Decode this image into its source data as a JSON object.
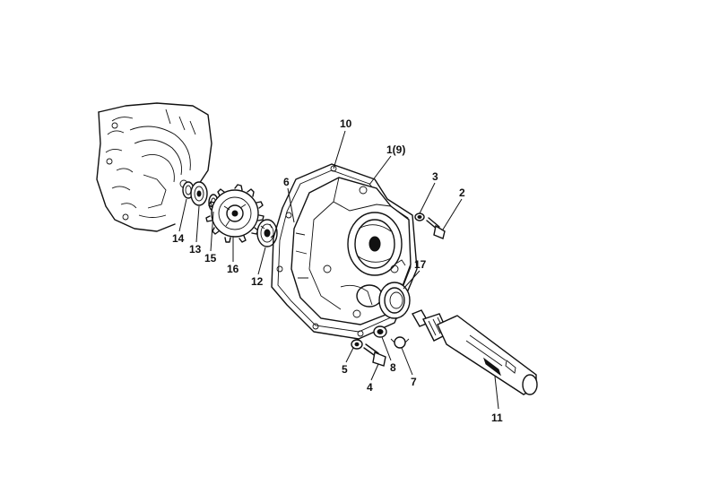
{
  "diagram": {
    "callouts": [
      {
        "id": "p10",
        "label": "10"
      },
      {
        "id": "p1-9",
        "label": "1(9)"
      },
      {
        "id": "p6",
        "label": "6"
      },
      {
        "id": "p3",
        "label": "3"
      },
      {
        "id": "p2",
        "label": "2"
      },
      {
        "id": "p17",
        "label": "17"
      },
      {
        "id": "p14",
        "label": "14"
      },
      {
        "id": "p13",
        "label": "13"
      },
      {
        "id": "p15",
        "label": "15"
      },
      {
        "id": "p16",
        "label": "16"
      },
      {
        "id": "p12",
        "label": "12"
      },
      {
        "id": "p5",
        "label": "5"
      },
      {
        "id": "p4",
        "label": "4"
      },
      {
        "id": "p8",
        "label": "8"
      },
      {
        "id": "p7",
        "label": "7"
      },
      {
        "id": "p11",
        "label": "11"
      }
    ]
  }
}
